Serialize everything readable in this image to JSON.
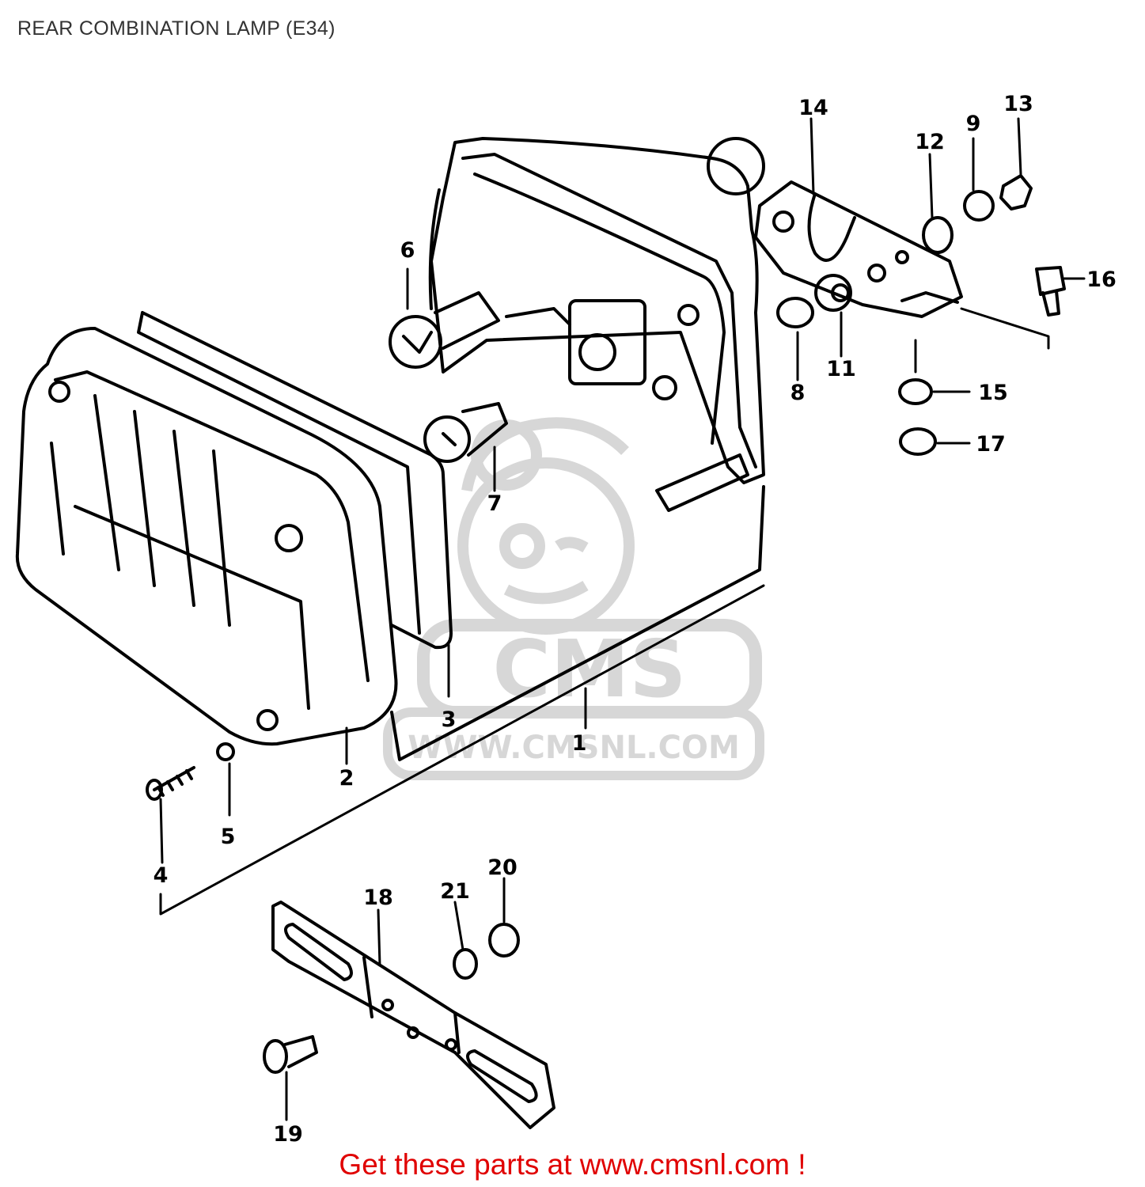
{
  "title": "REAR COMBINATION LAMP (E34)",
  "watermark": {
    "logo": "CMS",
    "url": "WWW.CMSNL.COM"
  },
  "footer": {
    "link_text": "Get these parts at www.cmsnl.com !"
  },
  "callouts": [
    "1",
    "2",
    "3",
    "4",
    "5",
    "6",
    "7",
    "8",
    "9",
    "11",
    "12",
    "13",
    "14",
    "15",
    "16",
    "17",
    "18",
    "19",
    "20",
    "21"
  ],
  "colors": {
    "line": "#000000",
    "title": "#333333",
    "footer_link": "#e00000",
    "watermark": "#d3d3d3"
  }
}
